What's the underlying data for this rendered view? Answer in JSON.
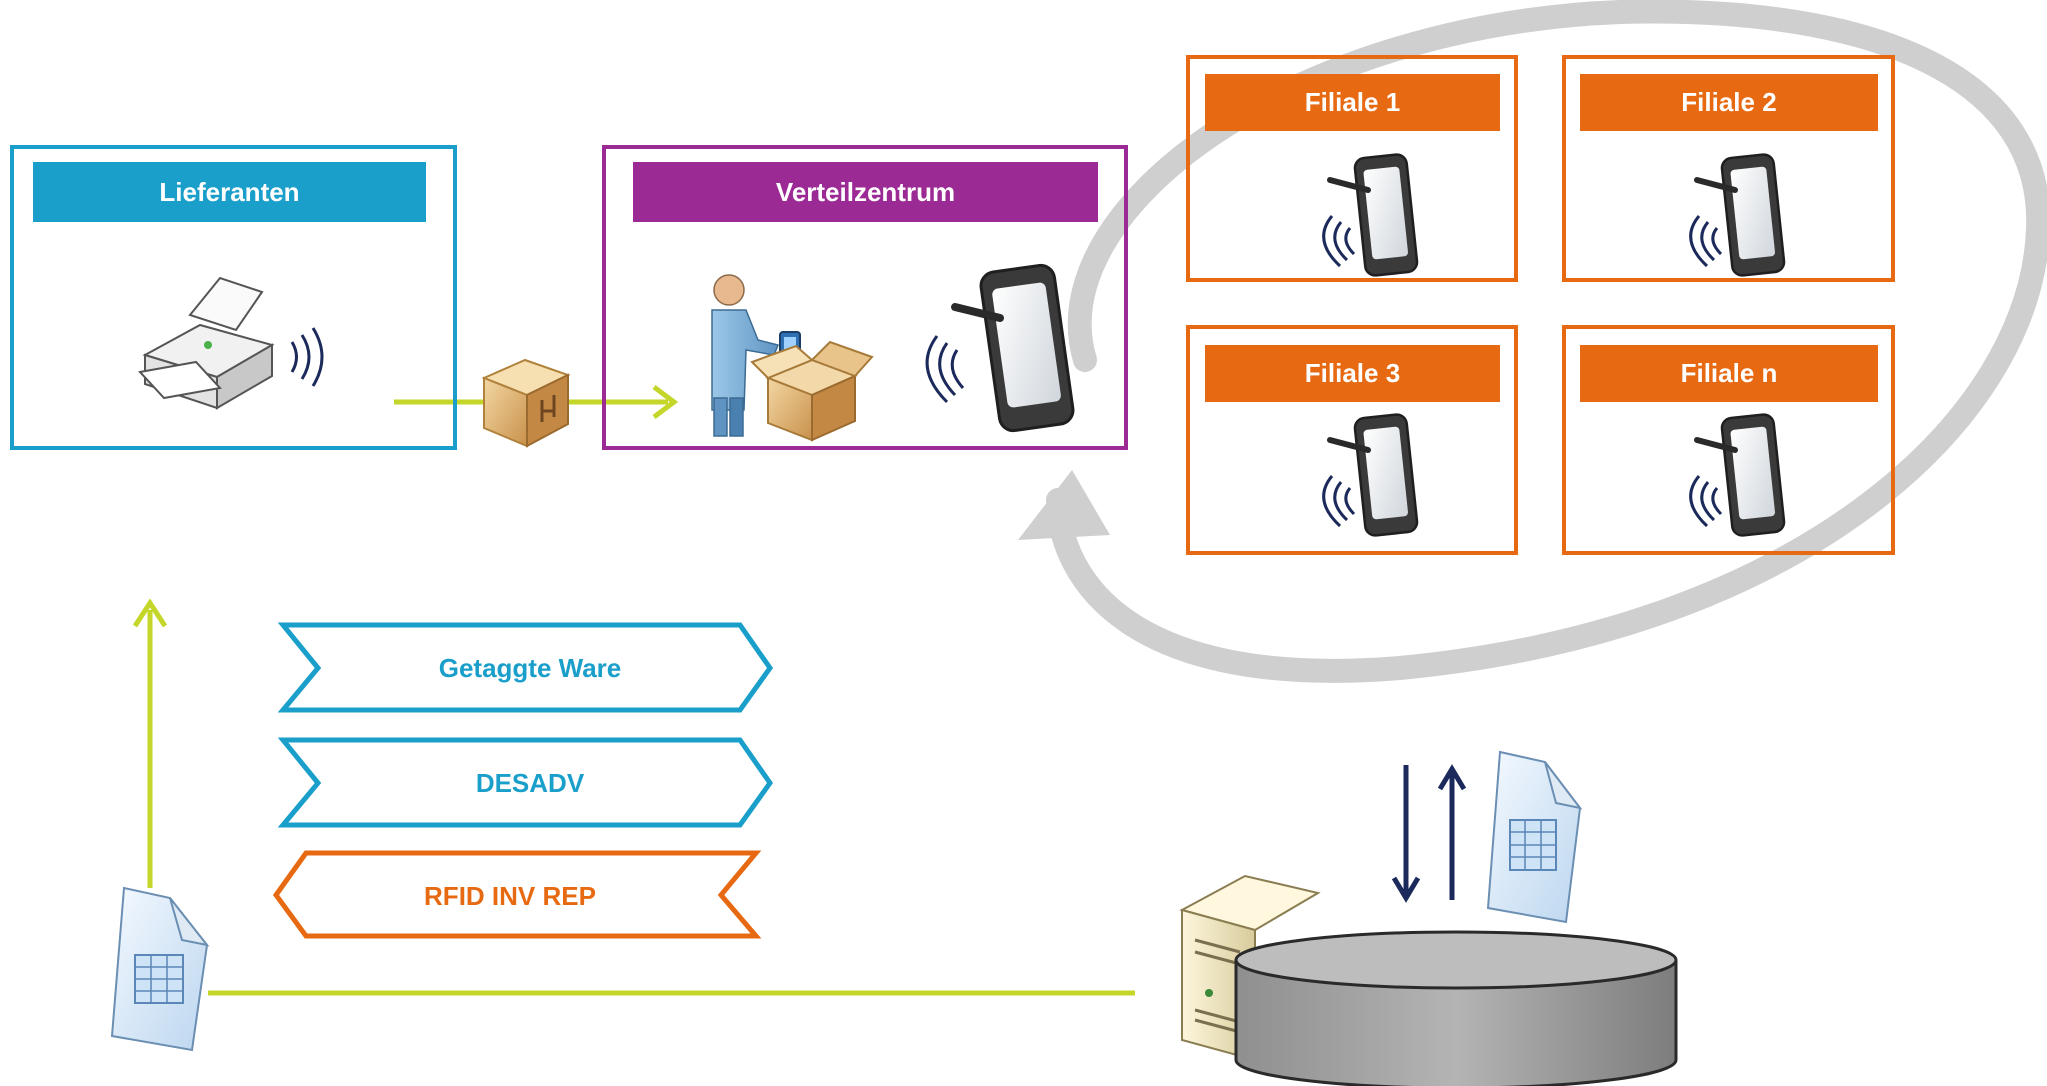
{
  "colors": {
    "supplier": "#1A9FCB",
    "distribution": "#9C2A94",
    "store": "#E76A12",
    "flow": "#C5D62A",
    "data_arrow": "#1B2A5B",
    "cycle": "#C9C9C9"
  },
  "nodes": {
    "supplier": {
      "title": "Lieferanten",
      "icons": [
        "printer-icon",
        "rfid-wave-icon"
      ]
    },
    "distribution": {
      "title": "Verteilzentrum",
      "icons": [
        "worker-icon",
        "open-box-icon",
        "rfid-tablet-icon"
      ]
    },
    "stores": [
      {
        "title": "Filiale 1",
        "icon": "rfid-tablet-icon"
      },
      {
        "title": "Filiale 2",
        "icon": "rfid-tablet-icon"
      },
      {
        "title": "Filiale 3",
        "icon": "rfid-tablet-icon"
      },
      {
        "title": "Filiale n",
        "icon": "rfid-tablet-icon"
      }
    ],
    "backend": {
      "icons": [
        "server-icon",
        "database-icon",
        "spreadsheet-document-icon"
      ]
    },
    "supplier_document": {
      "icon": "spreadsheet-document-icon"
    },
    "package": {
      "icon": "package-icon"
    }
  },
  "messages": [
    {
      "label": "Getaggte Ware",
      "direction": "right",
      "color_key": "supplier"
    },
    {
      "label": "DESADV",
      "direction": "right",
      "color_key": "supplier"
    },
    {
      "label": "RFID INV REP",
      "direction": "left",
      "color_key": "store"
    }
  ]
}
